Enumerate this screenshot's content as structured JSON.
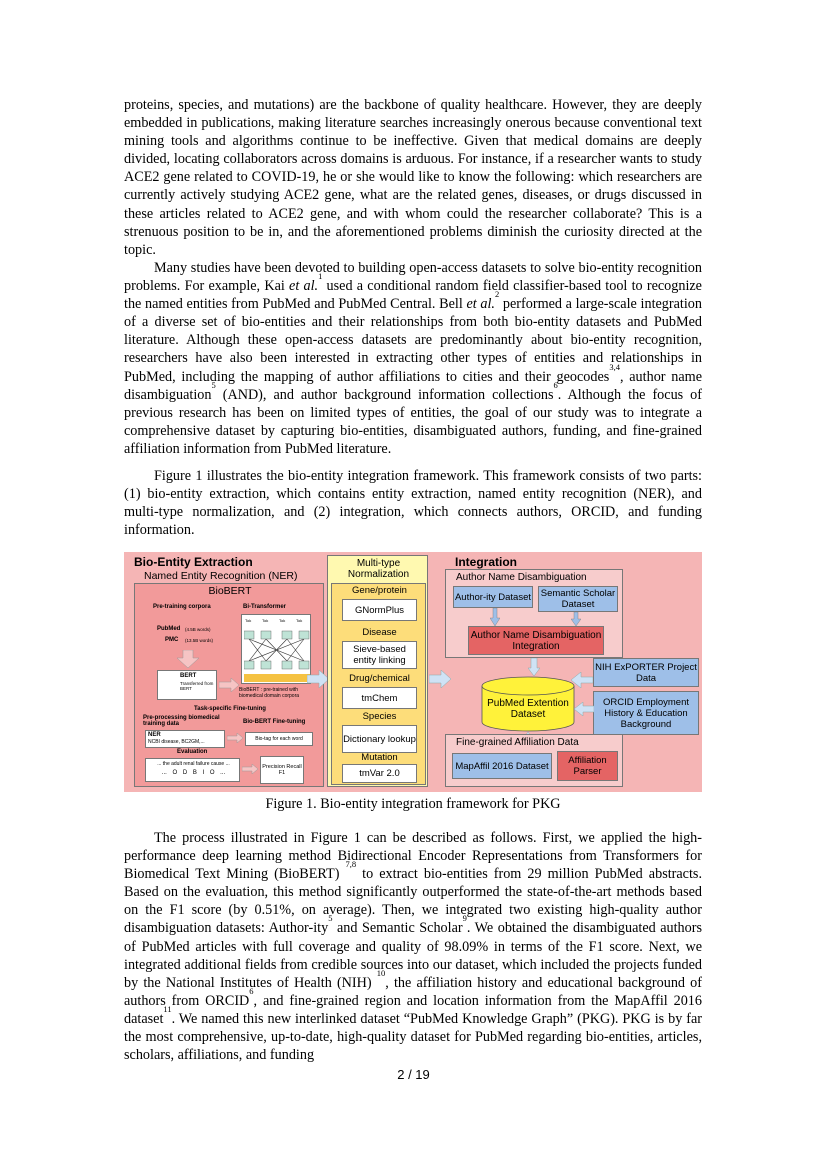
{
  "paragraphs": {
    "p1": "proteins, species, and mutations) are the backbone of quality healthcare. However, they are deeply embedded in publications, making literature searches increasingly onerous because conventional text mining tools and algorithms continue to be ineffective. Given that medical domains are deeply divided, locating collaborators across domains is arduous. For instance, if a researcher wants to study ACE2 gene related to COVID-19, he or she would like to know the following: which researchers are currently actively studying ACE2 gene, what are the related genes, diseases, or drugs discussed in these articles related to ACE2 gene, and with whom could the researcher collaborate? This is a strenuous position to be in, and the aforementioned problems diminish the curiosity directed at the topic.",
    "p2_a": "Many studies have been devoted to building open-access datasets to solve bio-entity recognition problems. For example, Kai ",
    "p2_b": "et al.",
    "p2_c": "1",
    "p2_d": " used a conditional random field classifier-based tool to recognize the named entities from PubMed and PubMed Central. Bell ",
    "p2_e": "et al.",
    "p2_f": "2",
    "p2_g": " performed a large-scale integration of a diverse set of bio-entities and their relationships from both bio-entity datasets and PubMed literature. Although these open-access datasets are predominantly about bio-entity recognition, researchers have also been interested in extracting other types of entities and relationships in PubMed, including the mapping of author affiliations to cities and their geocodes",
    "p2_h": "3,4",
    "p2_i": ", author name disambiguation",
    "p2_j": "5",
    "p2_k": " (AND), and author background information collections",
    "p2_l": "6",
    "p2_m": ". Although the focus of previous research has been on limited types of entities, the goal of our study was to integrate a comprehensive dataset by capturing bio-entities, disambiguated authors, funding, and fine-grained affiliation information from PubMed literature.",
    "p3": "Figure 1 illustrates the bio-entity integration framework. This framework consists of two parts: (1) bio-entity extraction, which contains entity extraction, named entity recognition (NER), and multi-type normalization, and (2) integration, which connects authors, ORCID, and funding information.",
    "p4_a": "The process illustrated in Figure 1 can be described as follows. First, we applied the high-performance deep learning method Bidirectional Encoder Representations from Transformers for Biomedical Text Mining (BioBERT) ",
    "p4_b": "7,8",
    "p4_c": " to extract bio-entities from 29 million PubMed abstracts. Based on the evaluation, this method significantly outperformed the state-of-the-art methods based on the F1 score (by 0.51%, on average). Then, we integrated two existing high-quality author disambiguation datasets: Author-ity",
    "p4_d": "5",
    "p4_e": " and Semantic Scholar",
    "p4_f": "9",
    "p4_g": ". We obtained the disambiguated authors of PubMed articles with full coverage and quality of 98.09% in terms of the F1 score. Next, we integrated additional fields from credible sources into our dataset, which included the projects funded by the National Institutes of Health (NIH) ",
    "p4_h": "10",
    "p4_i": ", the affiliation history and educational background of authors from ORCID",
    "p4_j": "6",
    "p4_k": ", and fine-grained region and location information from the MapAffil 2016 dataset",
    "p4_l": "11",
    "p4_m": ". We named this new interlinked dataset “PubMed Knowledge Graph” (PKG). PKG is by far the most comprehensive, up-to-date, high-quality dataset for PubMed regarding bio-entities, articles, scholars, affiliations, and funding"
  },
  "figure": {
    "bio_entity_extraction": "Bio-Entity Extraction",
    "ner": "Named Entity Recognition (NER)",
    "biobert": "BioBERT",
    "pretraining_corpora": "Pre-training corpora",
    "bi_transformer": "Bi-Transformer",
    "pubmed": "PubMed",
    "pubmed_words": "(4.5B words)",
    "pmc": "PMC",
    "pmc_words": "(13.5B words)",
    "bert": "BERT",
    "transferred": "Transferred from BERT",
    "biobert_note": "BioBERT : pre-trained with biomedical domain corpora",
    "task_specific": "Task-specific Fine-tuning",
    "preprocessing": "Pre-processing biomedical training data",
    "biobert_finetuning": "Bio-BERT Fine-tuning",
    "ner_label": "NER",
    "ner_datasets": "NCBI disease, BC2GM,...",
    "biotag": "Bio-tag for each word",
    "evaluation": "Evaluation",
    "sentence": "... the adult renal failure cause ...",
    "tags": "... O D B I O ...",
    "metrics": "Precision Recall F1",
    "multi_type": "Multi-type Normalization",
    "gene_protein": "Gene/protein",
    "gnormplus": "GNormPlus",
    "disease": "Disease",
    "sieve": "Sieve-based entity linking",
    "drug": "Drug/chemical",
    "tmchem": "tmChem",
    "species": "Species",
    "dictionary": "Dictionary lookup",
    "mutation": "Mutation",
    "tmvar": "tmVar 2.0",
    "integration": "Integration",
    "and": "Author Name Disambiguation",
    "authority": "Author-ity Dataset",
    "semantic_scholar": "Semantic Scholar Dataset",
    "and_integration": "Author Name Disambiguation Integration",
    "nih": "NIH ExPORTER Project Data",
    "pubmed_extension": "PubMed Extention Dataset",
    "orcid": "ORCID Employment History & Education Background",
    "fine_grained": "Fine-grained Affiliation Data",
    "mapaffil": "MapAffil 2016 Dataset",
    "affiliation_parser": "Affiliation Parser",
    "tok_in": [
      "Tok",
      "Tok",
      "Tok",
      "Tok"
    ],
    "tok_out": [
      "Tok",
      "Tok",
      "Tok",
      "Tok"
    ]
  },
  "caption": "Figure 1. Bio-entity integration framework for PKG",
  "page_number": "2 / 19",
  "colors": {
    "figure_bg": "#f5b5b5",
    "red_box": "#e46464",
    "yellow": "#fff9b0",
    "blue": "#9ebfe8",
    "cylinder": "#fff23a"
  }
}
